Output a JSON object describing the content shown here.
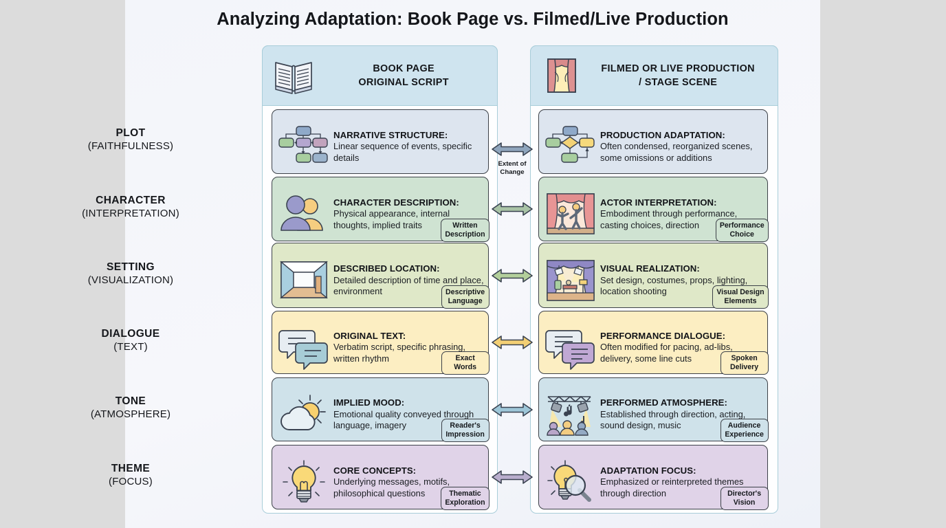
{
  "title": "Analyzing Adaptation: Book Page vs. Filmed/Live Production",
  "columns": {
    "left": {
      "line1": "BOOK PAGE",
      "line2": "ORIGINAL SCRIPT",
      "icon": "open-book-icon"
    },
    "right": {
      "line1": "FILMED OR LIVE PRODUCTION",
      "line2": "/ STAGE SCENE",
      "icon": "stage-curtain-icon"
    }
  },
  "connector_label": {
    "line1": "Extent of",
    "line2": "Change"
  },
  "rows": [
    {
      "label_main": "PLOT",
      "label_sub": "(FAITHFULNESS)",
      "color": "#dde5ef",
      "arrow_color": "#a9c3a6",
      "left": {
        "title": "NARRATIVE STRUCTURE:",
        "body": "Linear sequence of events, specific details",
        "icon": "flowchart-icon",
        "badge": ""
      },
      "right": {
        "title": "PRODUCTION ADAPTATION:",
        "body": "Often condensed, reorganized scenes, some omissions or additions",
        "icon": "flowchart-diamond-icon",
        "badge": ""
      }
    },
    {
      "label_main": "CHARACTER",
      "label_sub": "(INTERPRETATION)",
      "color": "#cfe3d2",
      "arrow_color": "#a9c3a6",
      "left": {
        "title": "CHARACTER DESCRIPTION:",
        "body": "Physical appearance, internal thoughts, implied traits",
        "icon": "two-people-icon",
        "badge": "Written\nDescription"
      },
      "right": {
        "title": "ACTOR INTERPRETATION:",
        "body": "Embodiment through performance, casting choices, direction",
        "icon": "actors-on-stage-icon",
        "badge": "Performance\nChoice"
      }
    },
    {
      "label_main": "SETTING",
      "label_sub": "(VISUALIZATION)",
      "color": "#dfe8c8",
      "arrow_color": "#b3cf9b",
      "left": {
        "title": "DESCRIBED LOCATION:",
        "body": "Detailed description of time and place, environment",
        "icon": "empty-room-icon",
        "badge": "Descriptive\nLanguage"
      },
      "right": {
        "title": "VISUAL REALIZATION:",
        "body": "Set design, costumes, props, lighting, location shooting",
        "icon": "stage-set-icon",
        "badge": "Visual Design\nElements"
      }
    },
    {
      "label_main": "DIALOGUE",
      "label_sub": "(TEXT)",
      "color": "#fceec2",
      "arrow_color": "#f3cf74",
      "left": {
        "title": "ORIGINAL TEXT:",
        "body": "Verbatim script, specific phrasing, written rhythm",
        "icon": "speech-bubbles-blue-icon",
        "badge": "Exact\nWords"
      },
      "right": {
        "title": "PERFORMANCE DIALOGUE:",
        "body": "Often modified for pacing, ad-libs, delivery, some line cuts",
        "icon": "speech-bubbles-purple-icon",
        "badge": "Spoken\nDelivery"
      }
    },
    {
      "label_main": "TONE",
      "label_sub": "(ATMOSPHERE)",
      "color": "#cfe2ea",
      "arrow_color": "#9ec6d8",
      "left": {
        "title": "IMPLIED MOOD:",
        "body": "Emotional quality conveyed through language, imagery",
        "icon": "sun-cloud-icon",
        "badge": "Reader's\nImpression"
      },
      "right": {
        "title": "PERFORMED ATMOSPHERE:",
        "body": "Established through direction, acting, sound design, music",
        "icon": "stage-lights-audience-icon",
        "badge": "Audience\nExperience"
      }
    },
    {
      "label_main": "THEME",
      "label_sub": "(FOCUS)",
      "color": "#e0d3e8",
      "arrow_color": "#b9aecd",
      "left": {
        "title": "CORE CONCEPTS:",
        "body": "Underlying messages, motifs, philosophical questions",
        "icon": "lightbulb-icon",
        "badge": "Thematic\nExploration"
      },
      "right": {
        "title": "ADAPTATION FOCUS:",
        "body": "Emphasized or reinterpreted themes through direction",
        "icon": "lightbulb-magnifier-icon",
        "badge": "Director's\nVision"
      }
    }
  ],
  "palette": {
    "page_bg": "#f3f5fa",
    "outer_bg": "#dcdcdc",
    "panel_header_bg": "#cfe4ef",
    "panel_border": "#a8cdd9",
    "card_border": "#3c4148",
    "text": "#14161a"
  }
}
